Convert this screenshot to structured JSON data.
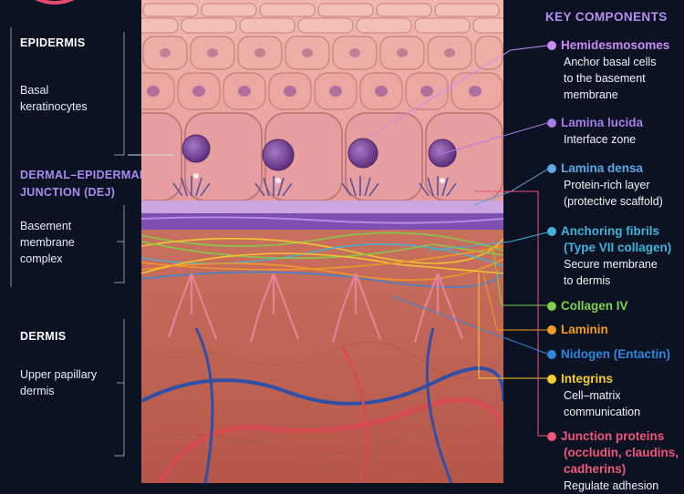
{
  "left": {
    "epidermis_title": "EPIDERMIS",
    "epidermis_desc": [
      "Basal",
      "keratinocytes"
    ],
    "dej_title": [
      "DERMAL–EPIDERMAL",
      "JUNCTION (DEJ)"
    ],
    "bm_desc": [
      "Basement",
      "membrane",
      "complex"
    ],
    "dermis_title": "DERMIS",
    "dermis_desc": [
      "Upper papillary",
      "dermis"
    ]
  },
  "key_components": {
    "heading": "KEY COMPONENTS",
    "items": [
      {
        "name": "Hemidesmosomes",
        "desc": [
          "Anchor basal cells",
          "to the basement",
          "membrane"
        ],
        "color": "#c98cf2"
      },
      {
        "name": "Lamina lucida",
        "desc": [
          "Interface zone"
        ],
        "color": "#a77ee8"
      },
      {
        "name": "Lamina densa",
        "desc": [
          "Protein-rich layer",
          "(protective scaffold)"
        ],
        "color": "#5ea8e6"
      },
      {
        "name": "Anchoring fibrils",
        "name2": "(Type VII collagen)",
        "desc": [
          "Secure membrane",
          "to dermis"
        ],
        "color": "#3fb3d9"
      },
      {
        "name": "Collagen IV",
        "desc": [],
        "color": "#7ed34a"
      },
      {
        "name": "Laminin",
        "desc": [],
        "color": "#f59a24"
      },
      {
        "name": "Nidogen (Entactin)",
        "desc": [],
        "color": "#2f86e0"
      },
      {
        "name": "Integrins",
        "desc": [
          "Cell–matrix",
          "communication"
        ],
        "color": "#f6cf2c"
      },
      {
        "name": "Junction proteins",
        "name2": "(occludin, claudins,",
        "name3": "cadherins)",
        "desc": [
          "Regulate adhesion"
        ],
        "color": "#f0557a"
      }
    ]
  }
}
